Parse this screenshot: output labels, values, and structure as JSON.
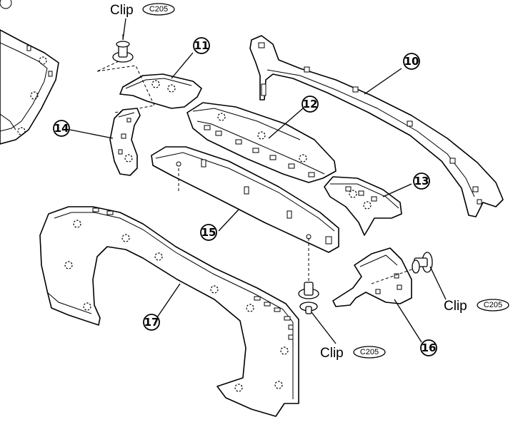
{
  "callouts": [
    {
      "id": "callout-10",
      "label": "10"
    },
    {
      "id": "callout-11",
      "label": "11"
    },
    {
      "id": "callout-12",
      "label": "12"
    },
    {
      "id": "callout-13",
      "label": "13"
    },
    {
      "id": "callout-14",
      "label": "14"
    },
    {
      "id": "callout-15",
      "label": "15"
    },
    {
      "id": "callout-16",
      "label": "16"
    },
    {
      "id": "callout-17",
      "label": "17"
    }
  ],
  "clips": [
    {
      "id": "clip-top",
      "label": "Clip",
      "ref": "C205"
    },
    {
      "id": "clip-bottom",
      "label": "Clip",
      "ref": "C205"
    },
    {
      "id": "clip-right",
      "label": "Clip",
      "ref": "C205"
    }
  ]
}
